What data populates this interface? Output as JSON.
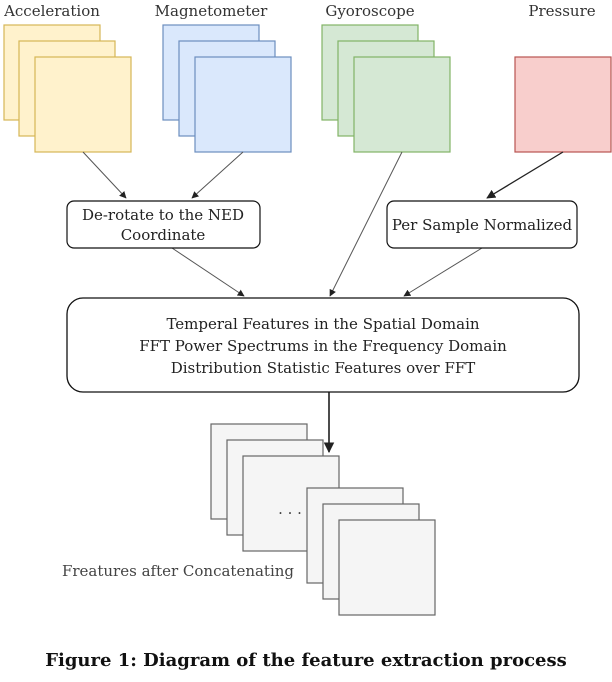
{
  "sensors": {
    "acceleration": {
      "label": "Acceleration",
      "fill": "#fff2cc",
      "stroke": "#d6b656"
    },
    "magnetometer": {
      "label": "Magnetometer",
      "fill": "#dae8fc",
      "stroke": "#6c8ebf"
    },
    "gyroscope": {
      "label": "Gyoroscope",
      "fill": "#d5e8d4",
      "stroke": "#82b366"
    },
    "pressure": {
      "label": "Pressure",
      "fill": "#f8cecc",
      "stroke": "#b85450"
    }
  },
  "derotate": {
    "line1": "De-rotate to the NED",
    "line2": "Coordinate"
  },
  "normalize": {
    "line1": "Per Sample Normalized"
  },
  "features_box": {
    "line1": "Temperal Features in the Spatial Domain",
    "line2": "FFT Power Spectrums in the Frequency Domain",
    "line3": "Distribution Statistic Features over FFT"
  },
  "output": {
    "label": "Freatures after Concatenating",
    "ellipsis": "· · ·",
    "fill": "#f5f5f5",
    "stroke": "#666666"
  },
  "caption": "Figure 1: Diagram of the feature extraction process"
}
